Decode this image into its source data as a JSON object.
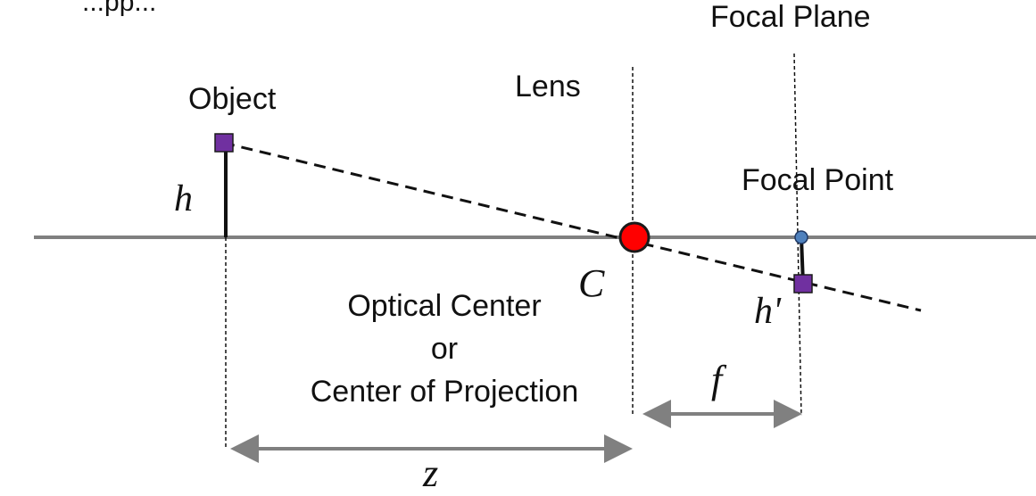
{
  "header": {
    "partial_title": "...pp...",
    "focal_plane_label": "Focal Plane"
  },
  "labels": {
    "object": "Object",
    "lens": "Lens",
    "focal_point": "Focal Point",
    "optical_center_line1": "Optical Center",
    "optical_center_line2": "or",
    "optical_center_line3": "Center of Projection"
  },
  "symbols": {
    "object_height": "h",
    "image_height": "h'",
    "center": "C",
    "focal_length": "f",
    "distance": "z"
  },
  "colors": {
    "optical_axis": "#808080",
    "center_point": "#ff0000",
    "focal_point": "#4f81bd",
    "object_marker": "#7030a0",
    "dimension_arrow": "#808080"
  }
}
